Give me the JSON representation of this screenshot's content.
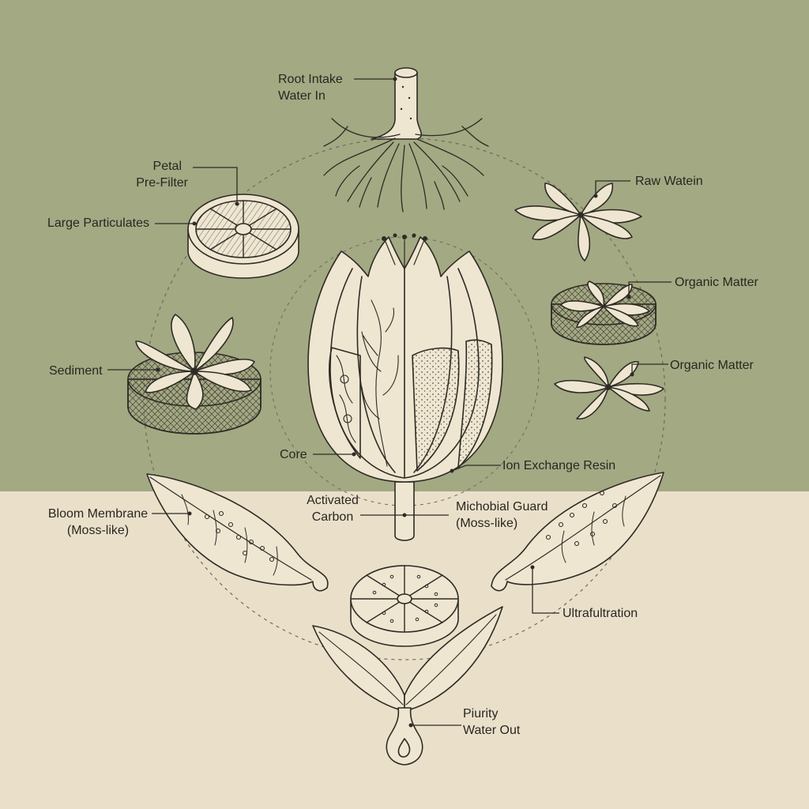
{
  "diagram": {
    "colors": {
      "upper_background": "#a3a983",
      "lower_background": "#eae0ca",
      "ink": "#2e2b24",
      "fill": "#eee6d1"
    },
    "labels": {
      "root_intake": [
        "Root Intake",
        "Water In"
      ],
      "petal_prefilter": [
        "Petal",
        "Pre-Filter"
      ],
      "large_particulates": [
        "Large Particulates"
      ],
      "raw_water": [
        "Raw Watein"
      ],
      "organic_matter_1": [
        "Organic Matter"
      ],
      "organic_matter_2": [
        "Organic Matter"
      ],
      "sediment": [
        "Sediment"
      ],
      "core": [
        "Core"
      ],
      "ion_exchange_resin": [
        "Ion Exchange Resin"
      ],
      "bloom_membrane": [
        "Bloom Membrane",
        "(Moss-like)"
      ],
      "activated_carbon": [
        "Activated",
        "Carbon"
      ],
      "microbial_guard": [
        "Michobial Guard",
        "(Moss-like)"
      ],
      "ultrafiltration": [
        "Ultrafultration"
      ],
      "purity_water_out": [
        "Piurity",
        "Water Out"
      ]
    }
  }
}
